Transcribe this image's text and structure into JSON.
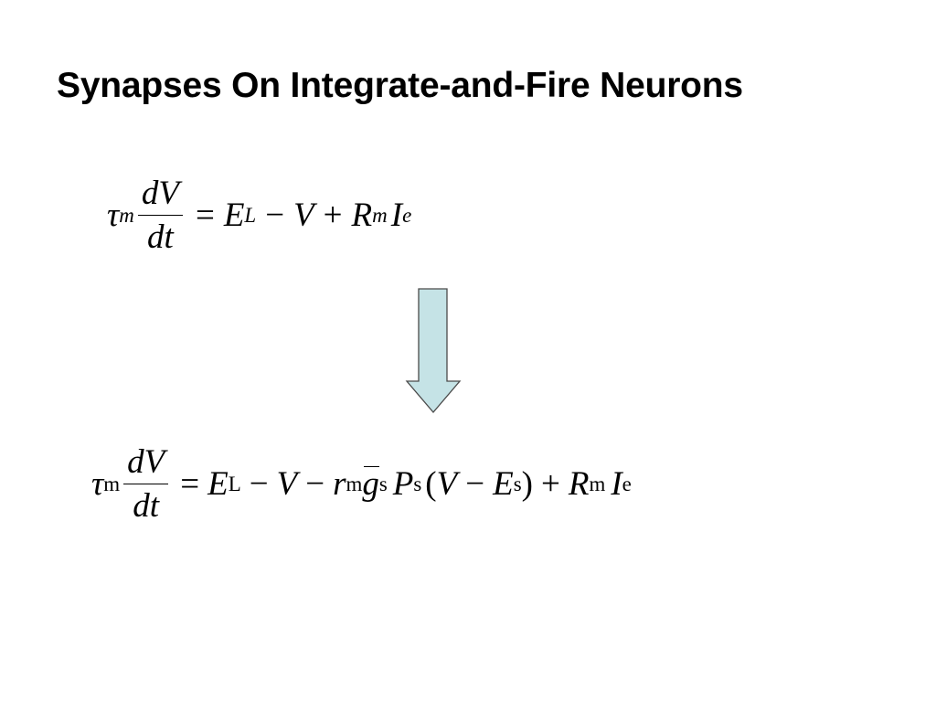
{
  "slide": {
    "title": "Synapses On Integrate-and-Fire Neurons"
  },
  "eq1": {
    "tau": "τ",
    "tau_sub": "m",
    "frac_num": "dV",
    "frac_den": "dt",
    "equals": "=",
    "E": "E",
    "E_sub": "L",
    "minus": "−",
    "V": "V",
    "plus": "+",
    "R": "R",
    "R_sub": "m",
    "I": "I",
    "I_sub": "e"
  },
  "eq2": {
    "tau": "τ",
    "tau_sub": "m",
    "frac_num": "dV",
    "frac_den": "dt",
    "equals": "=",
    "E": "E",
    "E_sub": "L",
    "minus1": "−",
    "V": "V",
    "minus2": "−",
    "r": "r",
    "r_sub": "m",
    "g": "g",
    "g_sub": "s",
    "P": "P",
    "P_sub": "s",
    "lparen": "(",
    "V2": "V",
    "minus3": "−",
    "Es": "E",
    "Es_sub": "s",
    "rparen": ")",
    "plus": "+",
    "R": "R",
    "R_sub": "m",
    "I": "I",
    "I_sub": "e"
  },
  "arrow": {
    "fill": "#c5e3e6",
    "stroke": "#4a4a4a"
  }
}
